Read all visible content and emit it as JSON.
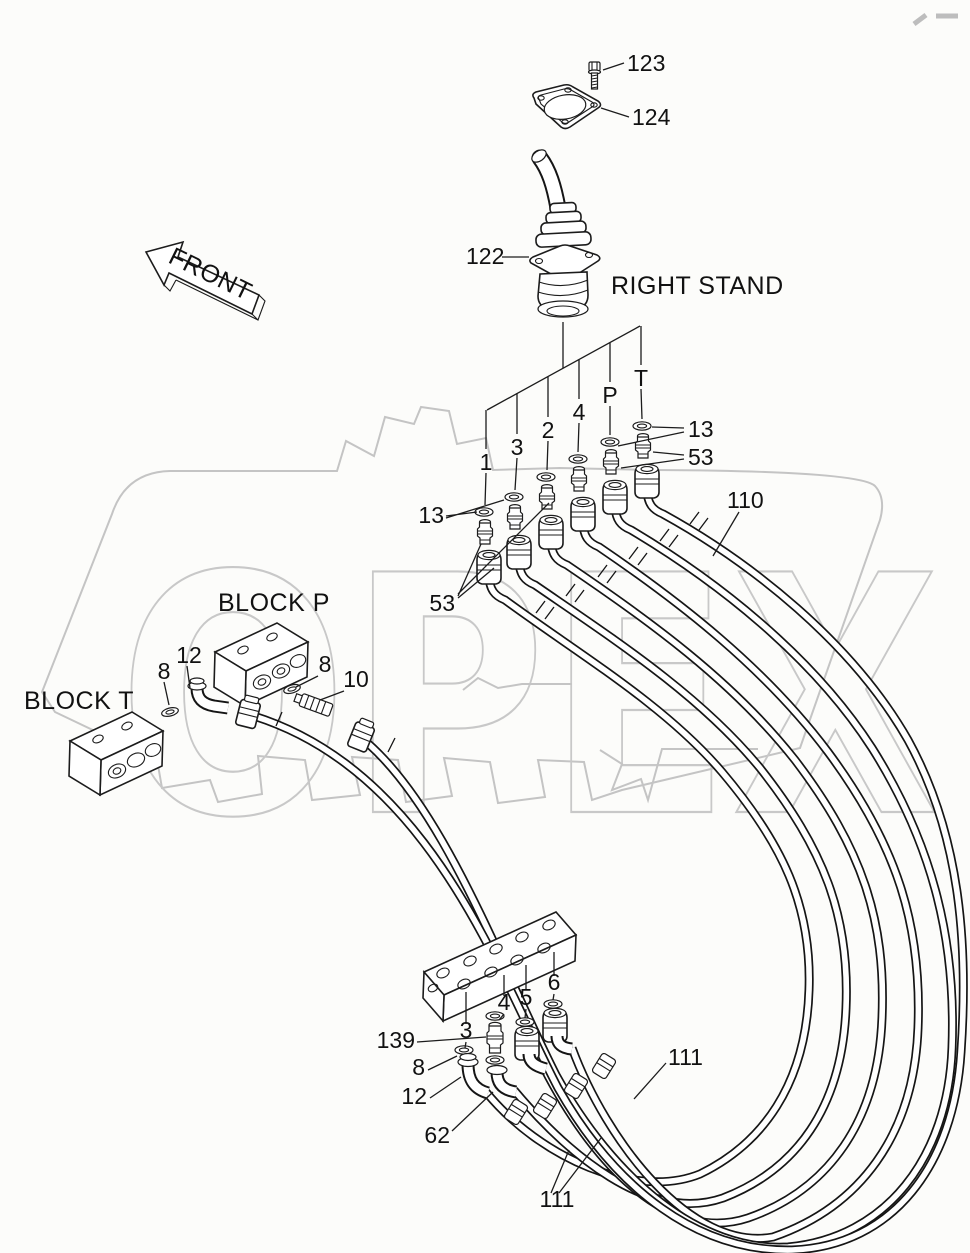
{
  "labels": {
    "bolt": "123",
    "plate": "124",
    "valve": "122",
    "right_stand": "RIGHT STAND",
    "front": "FRONT",
    "watermark": "OPEX",
    "block_p": "BLOCK P",
    "block_t": "BLOCK T",
    "port_1": "1",
    "port_2": "2",
    "port_3": "3",
    "port_4": "4",
    "port_p": "P",
    "port_t": "T",
    "oring_13": "13",
    "fitting_53": "53",
    "hose_110": "110",
    "hose_111": "111",
    "oring_8": "8",
    "adapter_10": "10",
    "elbow_12": "12",
    "adapter_139": "139",
    "elbow_62": "62",
    "manifold_3": "3",
    "manifold_4": "4",
    "manifold_5": "5",
    "manifold_6": "6"
  }
}
